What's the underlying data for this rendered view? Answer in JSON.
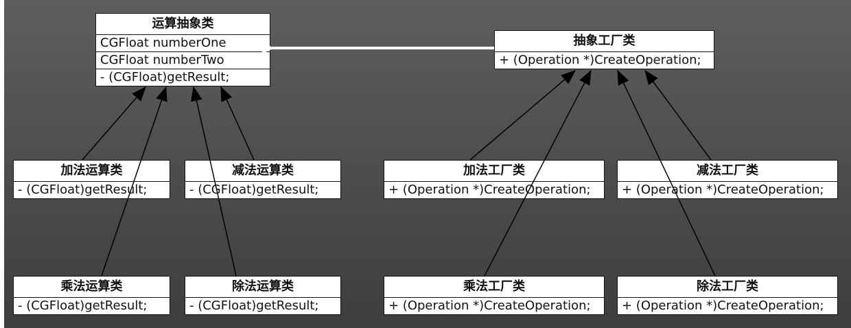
{
  "classes": {
    "operation": {
      "title": "运算抽象类",
      "rows": [
        "CGFloat numberOne",
        "CGFloat numberTwo",
        "- (CGFloat)getResult;"
      ]
    },
    "add": {
      "title": "加法运算类",
      "rows": [
        "- (CGFloat)getResult;"
      ]
    },
    "sub": {
      "title": "减法运算类",
      "rows": [
        "- (CGFloat)getResult;"
      ]
    },
    "mul": {
      "title": "乘法运算类",
      "rows": [
        "- (CGFloat)getResult;"
      ]
    },
    "div": {
      "title": "除法运算类",
      "rows": [
        "- (CGFloat)getResult;"
      ]
    },
    "factory": {
      "title": "抽象工厂类",
      "rows": [
        "+ (Operation *)CreateOperation;"
      ]
    },
    "add_factory": {
      "title": "加法工厂类",
      "rows": [
        "+ (Operation *)CreateOperation;"
      ]
    },
    "sub_factory": {
      "title": "减法工厂类",
      "rows": [
        "+ (Operation *)CreateOperation;"
      ]
    },
    "mul_factory": {
      "title": "乘法工厂类",
      "rows": [
        "+ (Operation *)CreateOperation;"
      ]
    },
    "div_factory": {
      "title": "除法工厂类",
      "rows": [
        "+ (Operation *)CreateOperation;"
      ]
    }
  },
  "relations": [
    {
      "from": "factory",
      "to": "operation",
      "kind": "dependency"
    },
    {
      "from": "add",
      "to": "operation",
      "kind": "inheritance"
    },
    {
      "from": "sub",
      "to": "operation",
      "kind": "inheritance"
    },
    {
      "from": "mul",
      "to": "operation",
      "kind": "inheritance"
    },
    {
      "from": "div",
      "to": "operation",
      "kind": "inheritance"
    },
    {
      "from": "add_factory",
      "to": "factory",
      "kind": "inheritance"
    },
    {
      "from": "sub_factory",
      "to": "factory",
      "kind": "inheritance"
    },
    {
      "from": "mul_factory",
      "to": "factory",
      "kind": "inheritance"
    },
    {
      "from": "div_factory",
      "to": "factory",
      "kind": "inheritance"
    }
  ],
  "colors": {
    "background": "#555555",
    "box": "#ffffff",
    "line": "#000000",
    "dependency_arrow": "#ffffff"
  }
}
